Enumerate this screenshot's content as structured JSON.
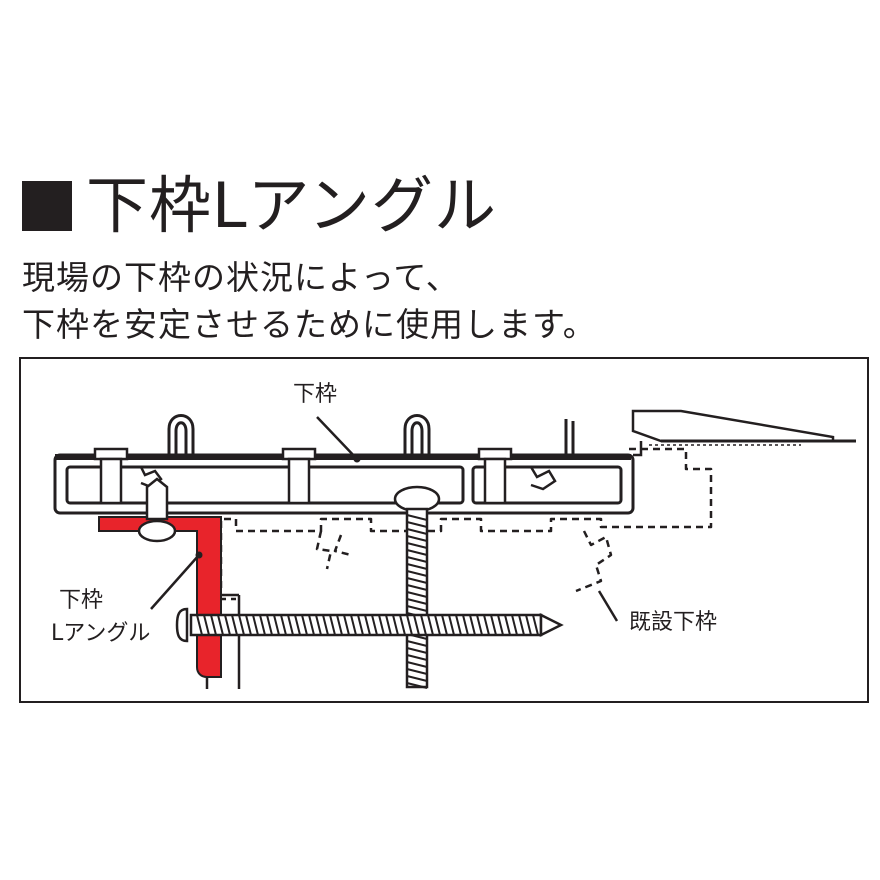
{
  "title": {
    "text": "下枠Lアングル"
  },
  "description": {
    "line1": "現場の下枠の状況によって、",
    "line2": "下枠を安定させるために使用します。"
  },
  "diagram": {
    "labels": {
      "shitawaku": "下枠",
      "kisetsu_shitawaku": "既設下枠",
      "l_angle_line1": "下枠",
      "l_angle_line2": "Lアングル"
    },
    "colors": {
      "ink": "#231f20",
      "l_angle": "#e8242b",
      "background": "#ffffff"
    }
  }
}
